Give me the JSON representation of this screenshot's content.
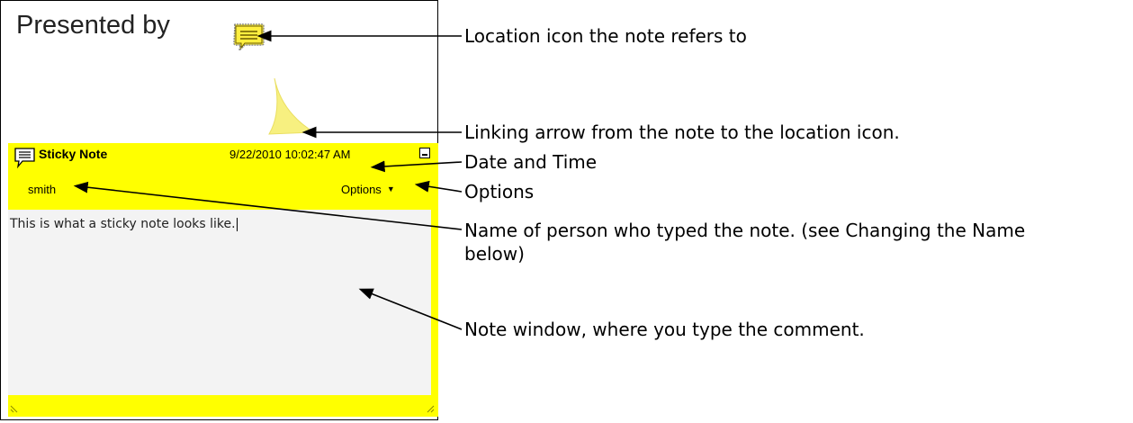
{
  "slide": {
    "presented_by": "Presented by"
  },
  "note": {
    "title": "Sticky Note",
    "datetime": "9/22/2010 10:02:47 AM",
    "author": "smith",
    "options_label": "Options",
    "body_text": "This is what a sticky note looks like."
  },
  "callouts": {
    "location_icon": "Location icon the note refers to",
    "linking_arrow": "Linking arrow from the note to the location icon.",
    "date_time": "Date and Time",
    "options": "Options",
    "name_line1": "Name of person who typed the note. (see Changing the Name",
    "name_line2": "below)",
    "note_window": "Note window, where you type the comment."
  },
  "colors": {
    "note_yellow": "#ffff00",
    "body_gray": "#f3f3f3"
  },
  "icons": [
    "note-icon",
    "minimize-icon",
    "chevron-down-icon",
    "resize-grip-icon"
  ]
}
